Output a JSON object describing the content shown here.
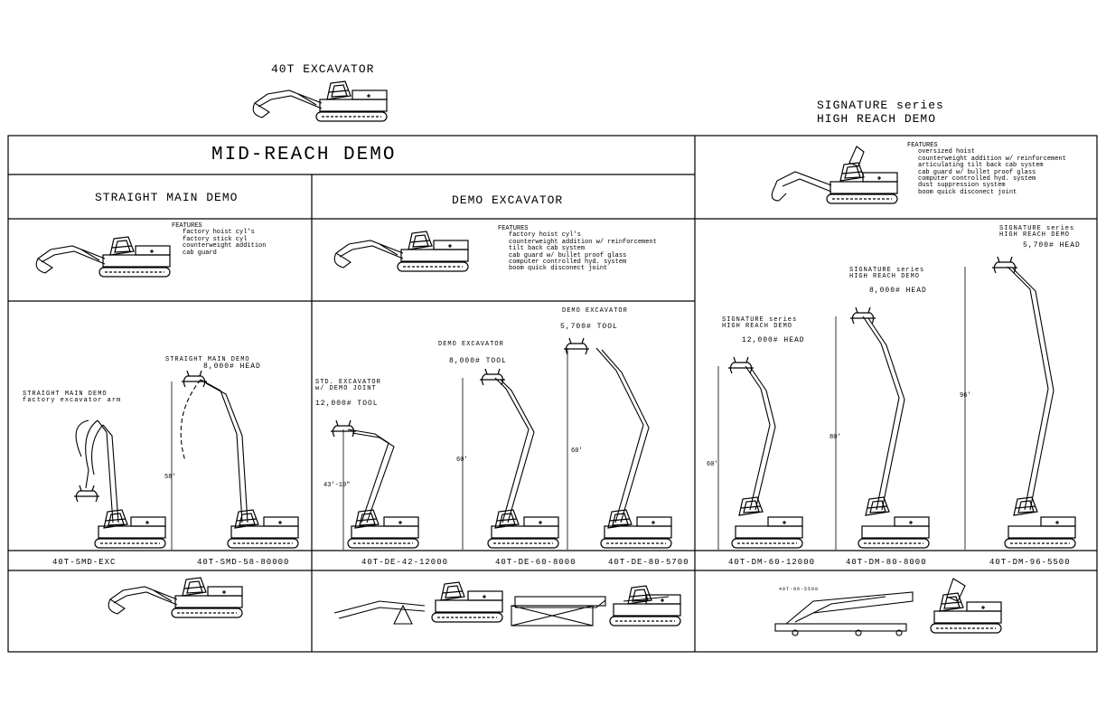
{
  "header": {
    "title_40t": "40T EXCAVATOR",
    "signature_line1": "SIGNATURE series",
    "signature_line2": "HIGH REACH DEMO"
  },
  "sections": {
    "mid_reach": "MID-REACH DEMO",
    "straight_main": "STRAIGHT MAIN DEMO",
    "demo_excavator": "DEMO EXCAVATOR"
  },
  "features": {
    "heading": "FEATURES",
    "straight": [
      "factory hoist cyl's",
      "factory stick cyl",
      "counterweight addition",
      "cab guard"
    ],
    "demo": [
      "factory hoist cyl's",
      "counterweight addition w/ reinforcement",
      "tilt back cab system",
      "cab guard w/ bullet proof glass",
      "computer controlled hyd. system",
      "boom quick disconect joint"
    ],
    "signature": [
      "oversized hoist",
      "counterweight addition w/ reinforcement",
      "articulating tilt back cab system",
      "cab guard w/ bullet proof glass",
      "computer controlled hyd. system",
      "dust suppression system",
      "boom quick disconect joint"
    ]
  },
  "machines": {
    "smd_exc": {
      "label1": "STRAIGHT MAIN DEMO",
      "label2": "factory excavator arm",
      "code": "40T-SMD-EXC"
    },
    "smd_58": {
      "label1": "STRAIGHT MAIN DEMO",
      "label2": "8,000# HEAD",
      "height": "58'",
      "code": "40T-SMD-58-80000"
    },
    "de_42": {
      "label1": "STD. EXCAVATOR",
      "label2": "w/ DEMO JOINT",
      "label3": "12,000# TOOL",
      "height": "43'-10\"",
      "code": "40T-DE-42-12000"
    },
    "de_60_8": {
      "label1": "DEMO EXCAVATOR",
      "label2": "8,000# TOOL",
      "height": "60'",
      "code": "40T-DE-60-8000"
    },
    "de_80": {
      "label1": "DEMO EXCAVATOR",
      "label2": "5,700# TOOL",
      "height": "60'",
      "code": "40T-DE-80-5700"
    },
    "dm_60": {
      "label1": "SIGNATURE series",
      "label2": "HIGH REACH DEMO",
      "label3": "12,000# HEAD",
      "height": "60'",
      "code": "40T-DM-60-12000"
    },
    "dm_80": {
      "label1": "SIGNATURE series",
      "label2": "HIGH REACH DEMO",
      "label3": "8,000# HEAD",
      "height": "80'",
      "code": "40T-DM-80-8000"
    },
    "dm_96": {
      "label1": "SIGNATURE series",
      "label2": "HIGH REACH DEMO",
      "label3": "5,700# HEAD",
      "height": "96'",
      "code": "40T-DM-96-5500"
    }
  },
  "transport_label": "40T-96-5500"
}
